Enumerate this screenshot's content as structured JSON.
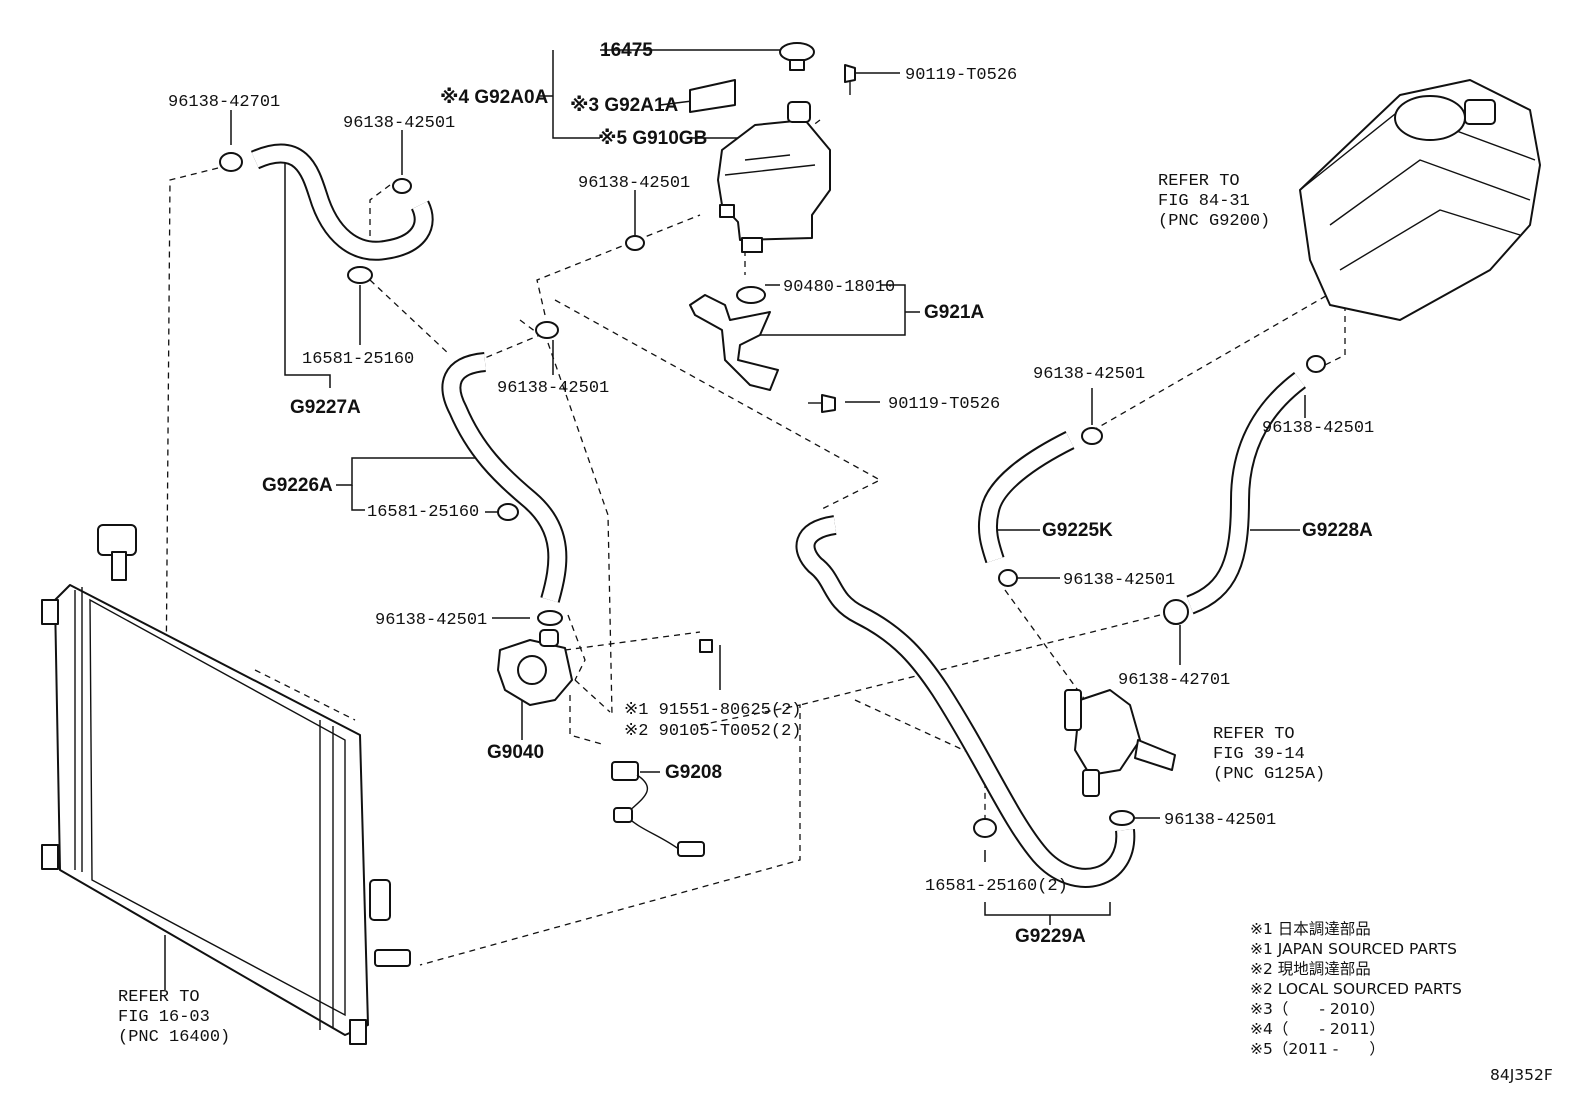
{
  "diagram_code": "84J352F",
  "part_labels": {
    "p16475": "16475",
    "p90119a": "90119-T0526",
    "p90119b": "90119-T0526",
    "pG92A0A": "※4 G92A0A",
    "pG92A1A": "※3 G92A1A",
    "pG910GB": "※5 G910GB",
    "p96138_42701_top": "96138-42701",
    "p96138_42501_a": "96138-42501",
    "p96138_42501_b": "96138-42501",
    "p96138_42501_c": "96138-42501",
    "p96138_42501_d": "96138-42501",
    "p96138_42501_e": "96138-42501",
    "p96138_42501_f": "96138-42501",
    "p96138_42501_g": "96138-42501",
    "p96138_42501_h": "96138-42501",
    "p96138_42701_right": "96138-42701",
    "p90480": "90480-18010",
    "pG921A": "G921A",
    "p16581_a": "16581-25160",
    "p16581_b": "16581-25160",
    "p16581_c": "16581-25160(2)",
    "pG9227A": "G9227A",
    "pG9226A": "G9226A",
    "pG9225K": "G9225K",
    "pG9228A": "G9228A",
    "pG9040": "G9040",
    "pG9208": "G9208",
    "pG9229A": "G9229A",
    "p191551": "※1 91551-80625(2)",
    "p290105": "※2 90105-T0052(2)"
  },
  "references": {
    "inverter": [
      "REFER TO",
      "FIG 84-31",
      "(PNC G9200)"
    ],
    "pump_valve": [
      "REFER TO",
      "FIG 39-14",
      "(PNC G125A)"
    ],
    "radiator": [
      "REFER TO",
      "FIG 16-03",
      "(PNC 16400)"
    ]
  },
  "notes": [
    "※1 日本調達部品",
    "※1 JAPAN SOURCED PARTS",
    "※2 現地調達部品",
    "※2 LOCAL SOURCED PARTS",
    "※3（　　- 2010）",
    "※4（　　- 2011）",
    "※5（2011 -　　）"
  ]
}
